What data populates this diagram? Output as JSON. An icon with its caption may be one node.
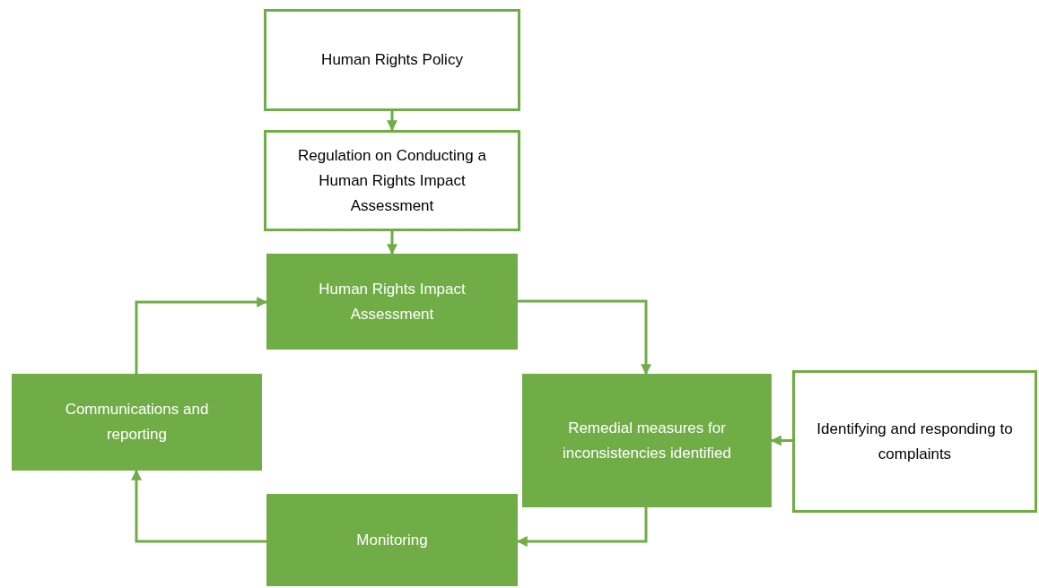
{
  "diagram": {
    "nodes": [
      {
        "text": [
          "Human Rights Policy"
        ]
      },
      {
        "text": [
          "Regulation on Conducting a Human Rights Impact Assessment"
        ]
      },
      {
        "text": [
          "Human Rights Impact Assessment"
        ]
      },
      {
        "text": [
          "Communications and reporting"
        ]
      },
      {
        "text": [
          "Remedial measures for inconsistencies identified"
        ]
      },
      {
        "text": [
          "Identifying and responding to complaints"
        ]
      },
      {
        "text": [
          "Monitoring"
        ]
      }
    ],
    "edges": [
      {
        "from": 0,
        "to": 1,
        "arrow": "to"
      },
      {
        "from": 1,
        "to": 2,
        "arrow": "to"
      },
      {
        "from": 2,
        "to": 4,
        "arrow": "to"
      },
      {
        "from": 5,
        "to": 4,
        "arrow": "to"
      },
      {
        "from": 4,
        "to": 6,
        "arrow": "to"
      },
      {
        "from": 6,
        "to": 3,
        "arrow": "to"
      },
      {
        "from": 3,
        "to": 2,
        "arrow": "to"
      }
    ]
  }
}
